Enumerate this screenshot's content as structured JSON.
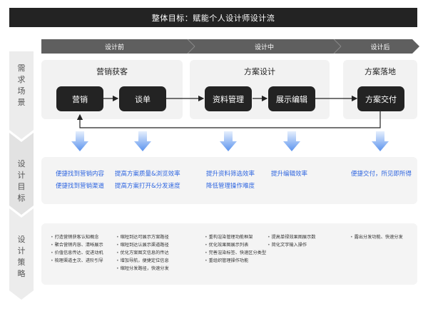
{
  "title": "整体目标：赋能个人设计师设计流",
  "phases": [
    "设计前",
    "设计中",
    "设计后"
  ],
  "rows": [
    {
      "label": [
        "需",
        "求",
        "场",
        "景"
      ]
    },
    {
      "label": [
        "设",
        "计",
        "目",
        "标"
      ]
    },
    {
      "label": [
        "设",
        "计",
        "策",
        "略"
      ]
    }
  ],
  "scenarios": [
    {
      "title": "营销获客",
      "nodes": [
        "营销",
        "谈单"
      ]
    },
    {
      "title": "方案设计",
      "nodes": [
        "资料管理",
        "展示编辑"
      ]
    },
    {
      "title": "方案落地",
      "nodes": [
        "方案交付"
      ]
    }
  ],
  "targets": [
    [
      "便捷找到营销内容",
      "便捷找到营销渠道"
    ],
    [
      "提高方案质量&浏览效率",
      "提高方案打开&分发速度"
    ],
    [
      "提升资料筛选效率",
      "降低管理操作难度"
    ],
    [
      "提升编辑效率"
    ],
    [
      "便捷交付，所见即所得"
    ]
  ],
  "strategies": [
    [
      "打造营销获客认知概念",
      "聚合营销内容、清晰展示",
      "价值信息传达、促进动机",
      "梳理渠道主次、进阶引导"
    ],
    [
      "缩短到达可展示方案路径",
      "缩短到达认展示渠道路径",
      "优化方案图文信息的传达",
      "增加导航，便捷定位信息",
      "缩短分发路径，快速分发"
    ],
    [
      "重构渲染管理功能框架",
      "优化效果图展示列表",
      "完善渲染标签、快速区分类型",
      "重组织管理操作功能"
    ],
    [
      "提高单禄效果图展示数",
      "简化文字输入操作"
    ],
    [
      "露出分发功能、快速分发"
    ]
  ],
  "colors": {
    "dark": "#232323",
    "accent": "#2f66e0",
    "arrow_light": "#cfe0fb",
    "arrow_dark": "#5b93ee",
    "panel": "#f2f2f2"
  }
}
